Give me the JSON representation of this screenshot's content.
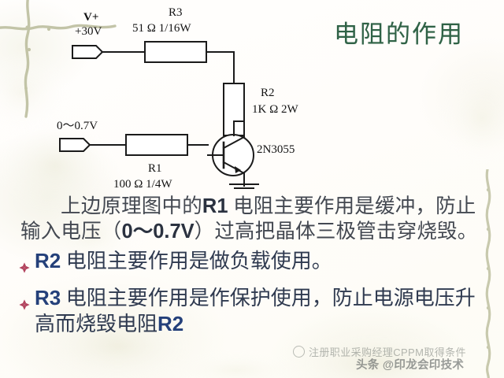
{
  "slide": {
    "title": "电阻的作用",
    "title_color": "#2f6246",
    "background_color": "#fffefc"
  },
  "circuit": {
    "supply_label": "V+",
    "supply_value": "+30V",
    "input_label": "0～0.7V",
    "transistor": "2N3055",
    "resistors": [
      {
        "ref": "R3",
        "value": "51Ω",
        "power": "1/16W",
        "spec": "51 Ω  1/16W"
      },
      {
        "ref": "R2",
        "value": "1KΩ",
        "power": "2W",
        "spec": "1K Ω  2W"
      },
      {
        "ref": "R1",
        "value": "100Ω",
        "power": "1/4W",
        "spec": "100 Ω  1/4W"
      }
    ]
  },
  "body": {
    "paragraph": {
      "seg1": "上边原理图中的",
      "em1": "R1",
      "seg2": " 电阻主要作用是缓冲，防止输入电压（",
      "em2": "0～0.7V",
      "seg3": "）过高把晶体三极管击穿烧毁。"
    },
    "bullets": [
      {
        "ref": "R2",
        "text": " 电阻主要作用是做负载使用。"
      },
      {
        "ref": "R3",
        "text": " 电阻主要作用是作保护使用，防止电源电压升高而烧毁电阻",
        "tail_ref": "R2"
      }
    ],
    "bullet_color": "#24407a",
    "bullet_marker_color": "#b2445e"
  },
  "watermarks": {
    "primary": "注册职业采购经理CPPM取得条件",
    "secondary": "头条 @印龙会印技术"
  }
}
